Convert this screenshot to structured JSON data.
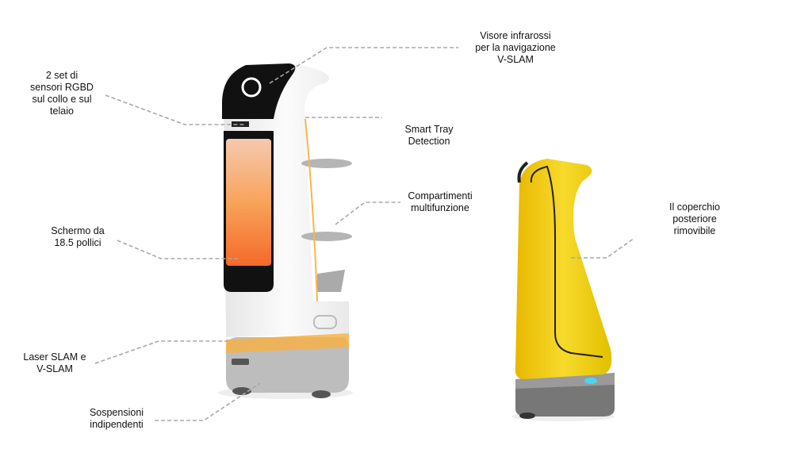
{
  "labels": {
    "infrared": [
      "Visore infrarossi",
      "per la navigazione",
      "V-SLAM"
    ],
    "rgbd": [
      "2 set di",
      "sensori RGBD",
      "sul collo e sul",
      "telaio"
    ],
    "smart_tray": [
      "Smart Tray",
      "Detection"
    ],
    "compartments": [
      "Compartimenti",
      "multifunzione"
    ],
    "screen": [
      "Schermo da",
      "18.5 pollici"
    ],
    "laser": [
      "Laser SLAM e",
      "V-SLAM"
    ],
    "suspension": [
      "Sospensioni",
      "indipendenti"
    ],
    "back_cover": [
      "Il coperchio",
      "posteriore",
      "rimovibile"
    ]
  },
  "colors": {
    "accent_orange": "#f5a23a",
    "yellow_body": "#f3d21c",
    "leader_line": "#a8a8a8"
  }
}
